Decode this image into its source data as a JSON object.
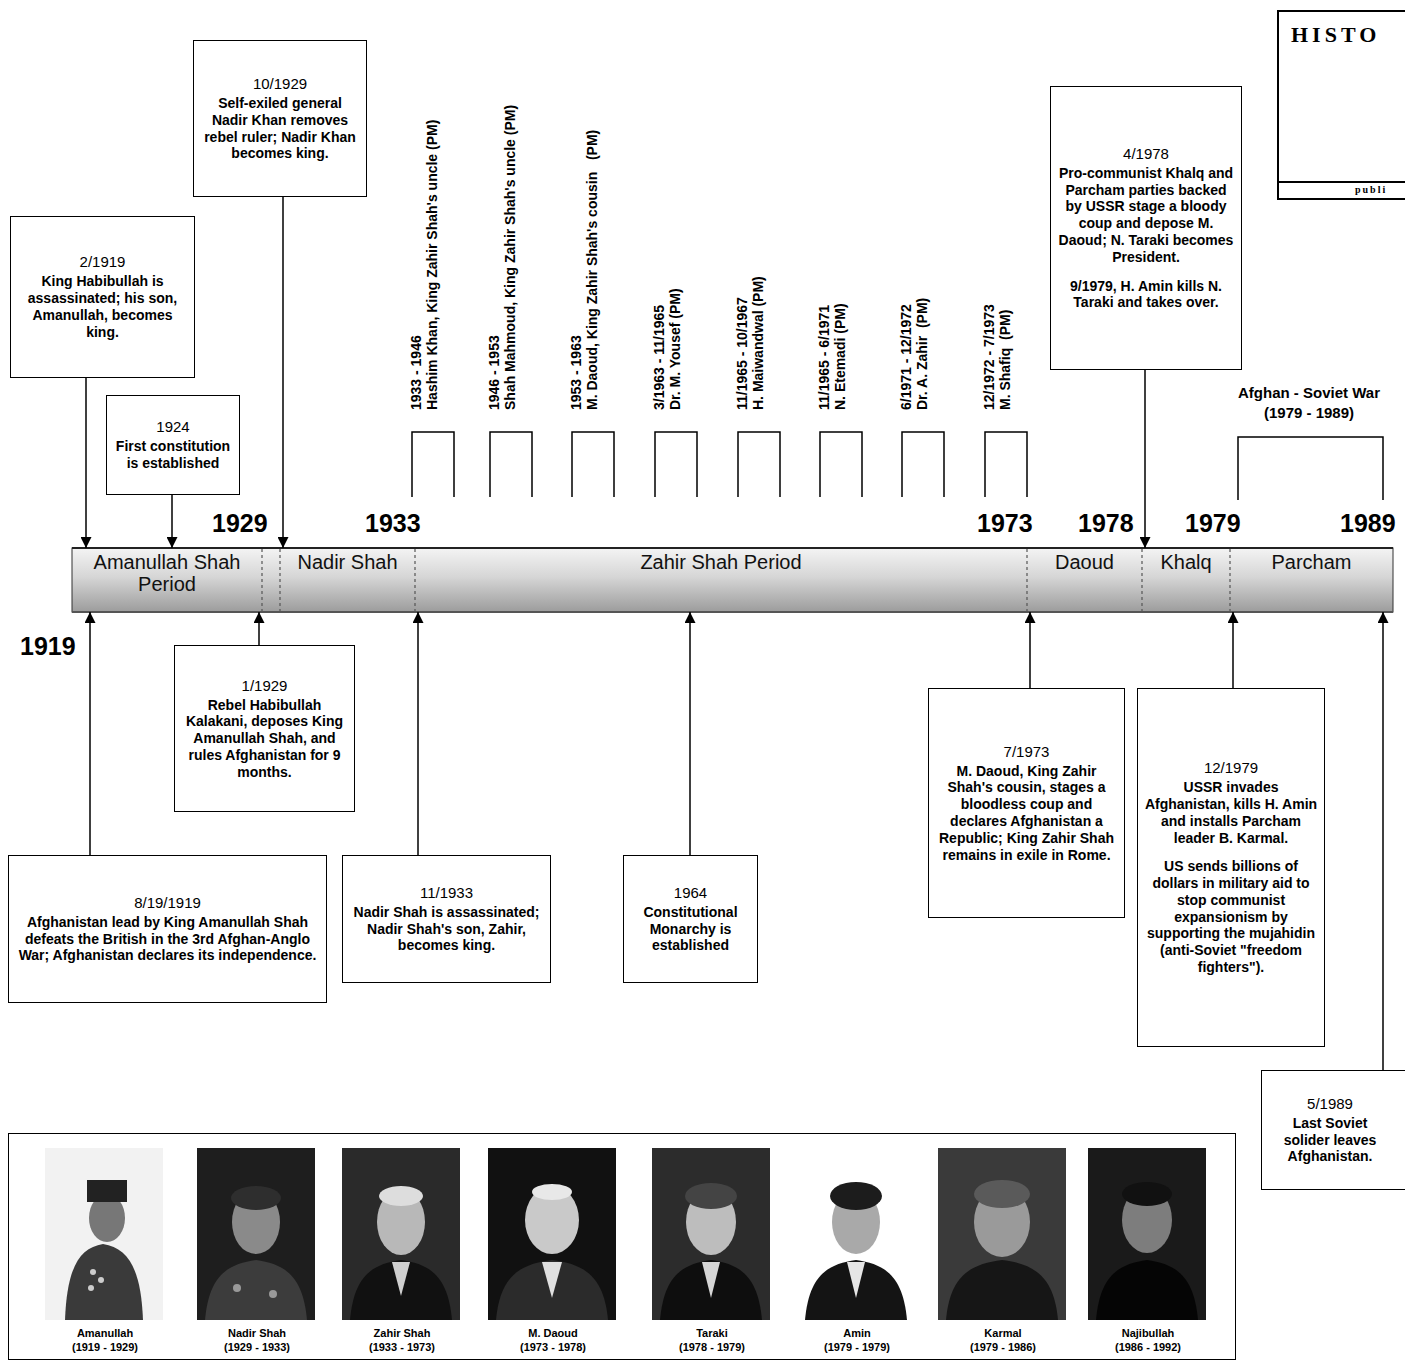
{
  "diagram": {
    "nodes": [
      {
        "text": [
          "HISTO",
          "publi"
        ]
      },
      {
        "text": [
          "10/1929",
          "Self-exiled general Nadir Khan removes rebel ruler; Nadir Khan becomes king."
        ]
      },
      {
        "text": [
          "2/1919",
          "King Habibullah is assassinated; his son, Amanullah, becomes king."
        ]
      },
      {
        "text": [
          "4/1978",
          "Pro-communist Khalq and Parcham parties backed by USSR stage a bloody coup and depose M. Daoud; N. Taraki becomes President.",
          "9/1979, H. Amin kills N. Taraki and takes over."
        ]
      },
      {
        "text": [
          "1924",
          "First constitution is established"
        ]
      },
      {
        "text": [
          "Amanullah Shah Period"
        ]
      },
      {
        "text": [
          "Nadir Shah"
        ]
      },
      {
        "text": [
          "Zahir Shah Period"
        ]
      },
      {
        "text": [
          "Daoud"
        ]
      },
      {
        "text": [
          "Khalq"
        ]
      },
      {
        "text": [
          "Parcham"
        ]
      },
      {
        "text": [
          "1/1929",
          "Rebel Habibullah Kalakani, deposes King Amanullah Shah, and rules Afghanistan for 9 months."
        ]
      },
      {
        "text": [
          "7/1973",
          "M. Daoud, King Zahir Shah's cousin, stages a bloodless coup and declares Afghanistan a Republic; King Zahir Shah remains in exile in Rome."
        ]
      },
      {
        "text": [
          "12/1979",
          "USSR invades Afghanistan, kills H. Amin and installs Parcham leader B. Karmal.",
          "US sends billions of dollars in military aid to stop communist expansionism by supporting the mujahidin (anti-Soviet \"freedom fighters\")."
        ]
      },
      {
        "text": [
          "8/19/1919",
          "Afghanistan lead by King Amanullah Shah defeats the British in the 3rd Afghan-Anglo War; Afghanistan declares its independence."
        ]
      },
      {
        "text": [
          "11/1933",
          "Nadir Shah is assassinated; Nadir Shah's son, Zahir, becomes king."
        ]
      },
      {
        "text": [
          "1964",
          "Constitutional Monarchy is established"
        ]
      },
      {
        "text": [
          "5/1989",
          "Last Soviet solider leaves Afghanistan."
        ]
      },
      {
        "text": [
          "Amanullah",
          "(1919 - 1929)",
          "Nadir Shah",
          "(1929 - 1933)",
          "Zahir Shah",
          "(1933 - 1973)",
          "M. Daoud",
          "(1973 - 1978)",
          "Taraki",
          "(1978 - 1979)",
          "Amin",
          "(1979 - 1979)",
          "Karmal",
          "(1979 - 1986)",
          "Najibullah",
          "(1986 - 1992)"
        ]
      }
    ],
    "edges": [
      {
        "from": 2,
        "to": 5,
        "arrow": "to"
      },
      {
        "from": 1,
        "to": 6,
        "arrow": "to"
      },
      {
        "from": 4,
        "to": 5,
        "arrow": "to"
      },
      {
        "from": 3,
        "to": 9,
        "arrow": "to"
      },
      {
        "from": 11,
        "to": 5,
        "arrow": "to"
      },
      {
        "from": 14,
        "to": 5,
        "arrow": "to"
      },
      {
        "from": 15,
        "to": 7,
        "arrow": "to"
      },
      {
        "from": 16,
        "to": 7,
        "arrow": "to"
      },
      {
        "from": 12,
        "to": 8,
        "arrow": "to"
      },
      {
        "from": 13,
        "to": 10,
        "arrow": "to"
      },
      {
        "from": 17,
        "to": 10,
        "arrow": "to"
      }
    ],
    "labels": [
      "1919",
      "1929",
      "1933",
      "1973",
      "1978",
      "1979",
      "1989",
      "1933 - 1946",
      "Hashim Khan, King Zahir Shah's uncle (PM)",
      "1946 - 1953",
      "Shah Mahmoud, King Zahir Shah's uncle (PM)",
      "1953 - 1963",
      "M. Daoud, King Zahir Shah's cousin   (PM)",
      "3/1963 - 11/1965",
      "Dr. M. Yousef (PM)",
      "11/1965 - 10/1967",
      "H. Maiwandwal (PM)",
      "11/1965 - 6/1971",
      "N. Etemadi (PM)",
      "6/1971 - 12/1972",
      "Dr. A. Zahir  (PM)",
      "12/1972 - 7/1973",
      "M. Shafiq  (PM)",
      "Afghan - Soviet War",
      "(1979 - 1989)"
    ]
  }
}
